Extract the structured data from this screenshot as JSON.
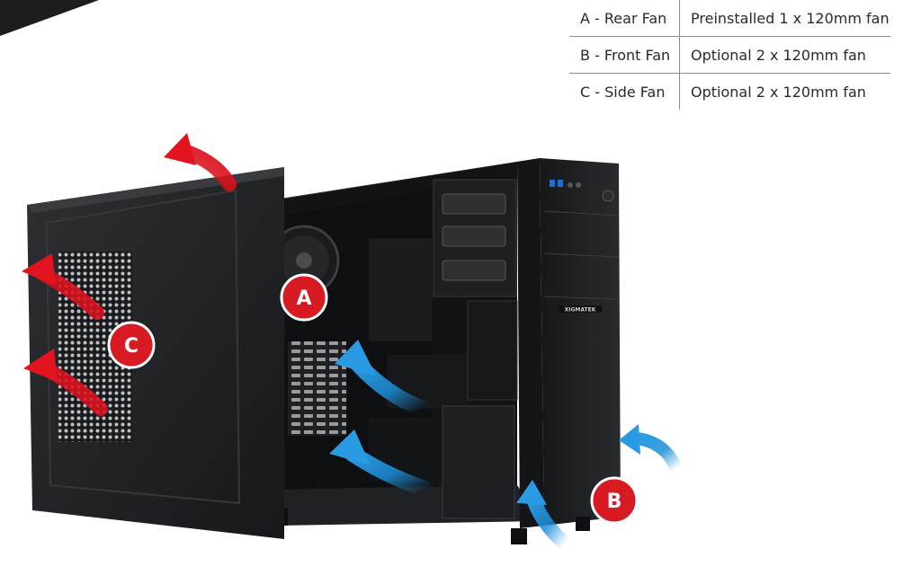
{
  "spec_table": {
    "rows": [
      {
        "fan": "A - Rear Fan",
        "description": "Preinstalled 1 x 120mm fan"
      },
      {
        "fan": "B - Front Fan",
        "description": "Optional 2 x 120mm fan"
      },
      {
        "fan": "C - Side Fan",
        "description": "Optional 2 x 120mm fan"
      }
    ]
  },
  "callouts": {
    "a": "A",
    "b": "B",
    "c": "C"
  },
  "case_brand": "XIGMATEK",
  "colors": {
    "exhaust_arrow": "#d9101c",
    "intake_arrow": "#1d8fd8",
    "callout_badge": "#d81a22",
    "case_body": "#1b1c1f",
    "side_panel": "#26272b"
  }
}
